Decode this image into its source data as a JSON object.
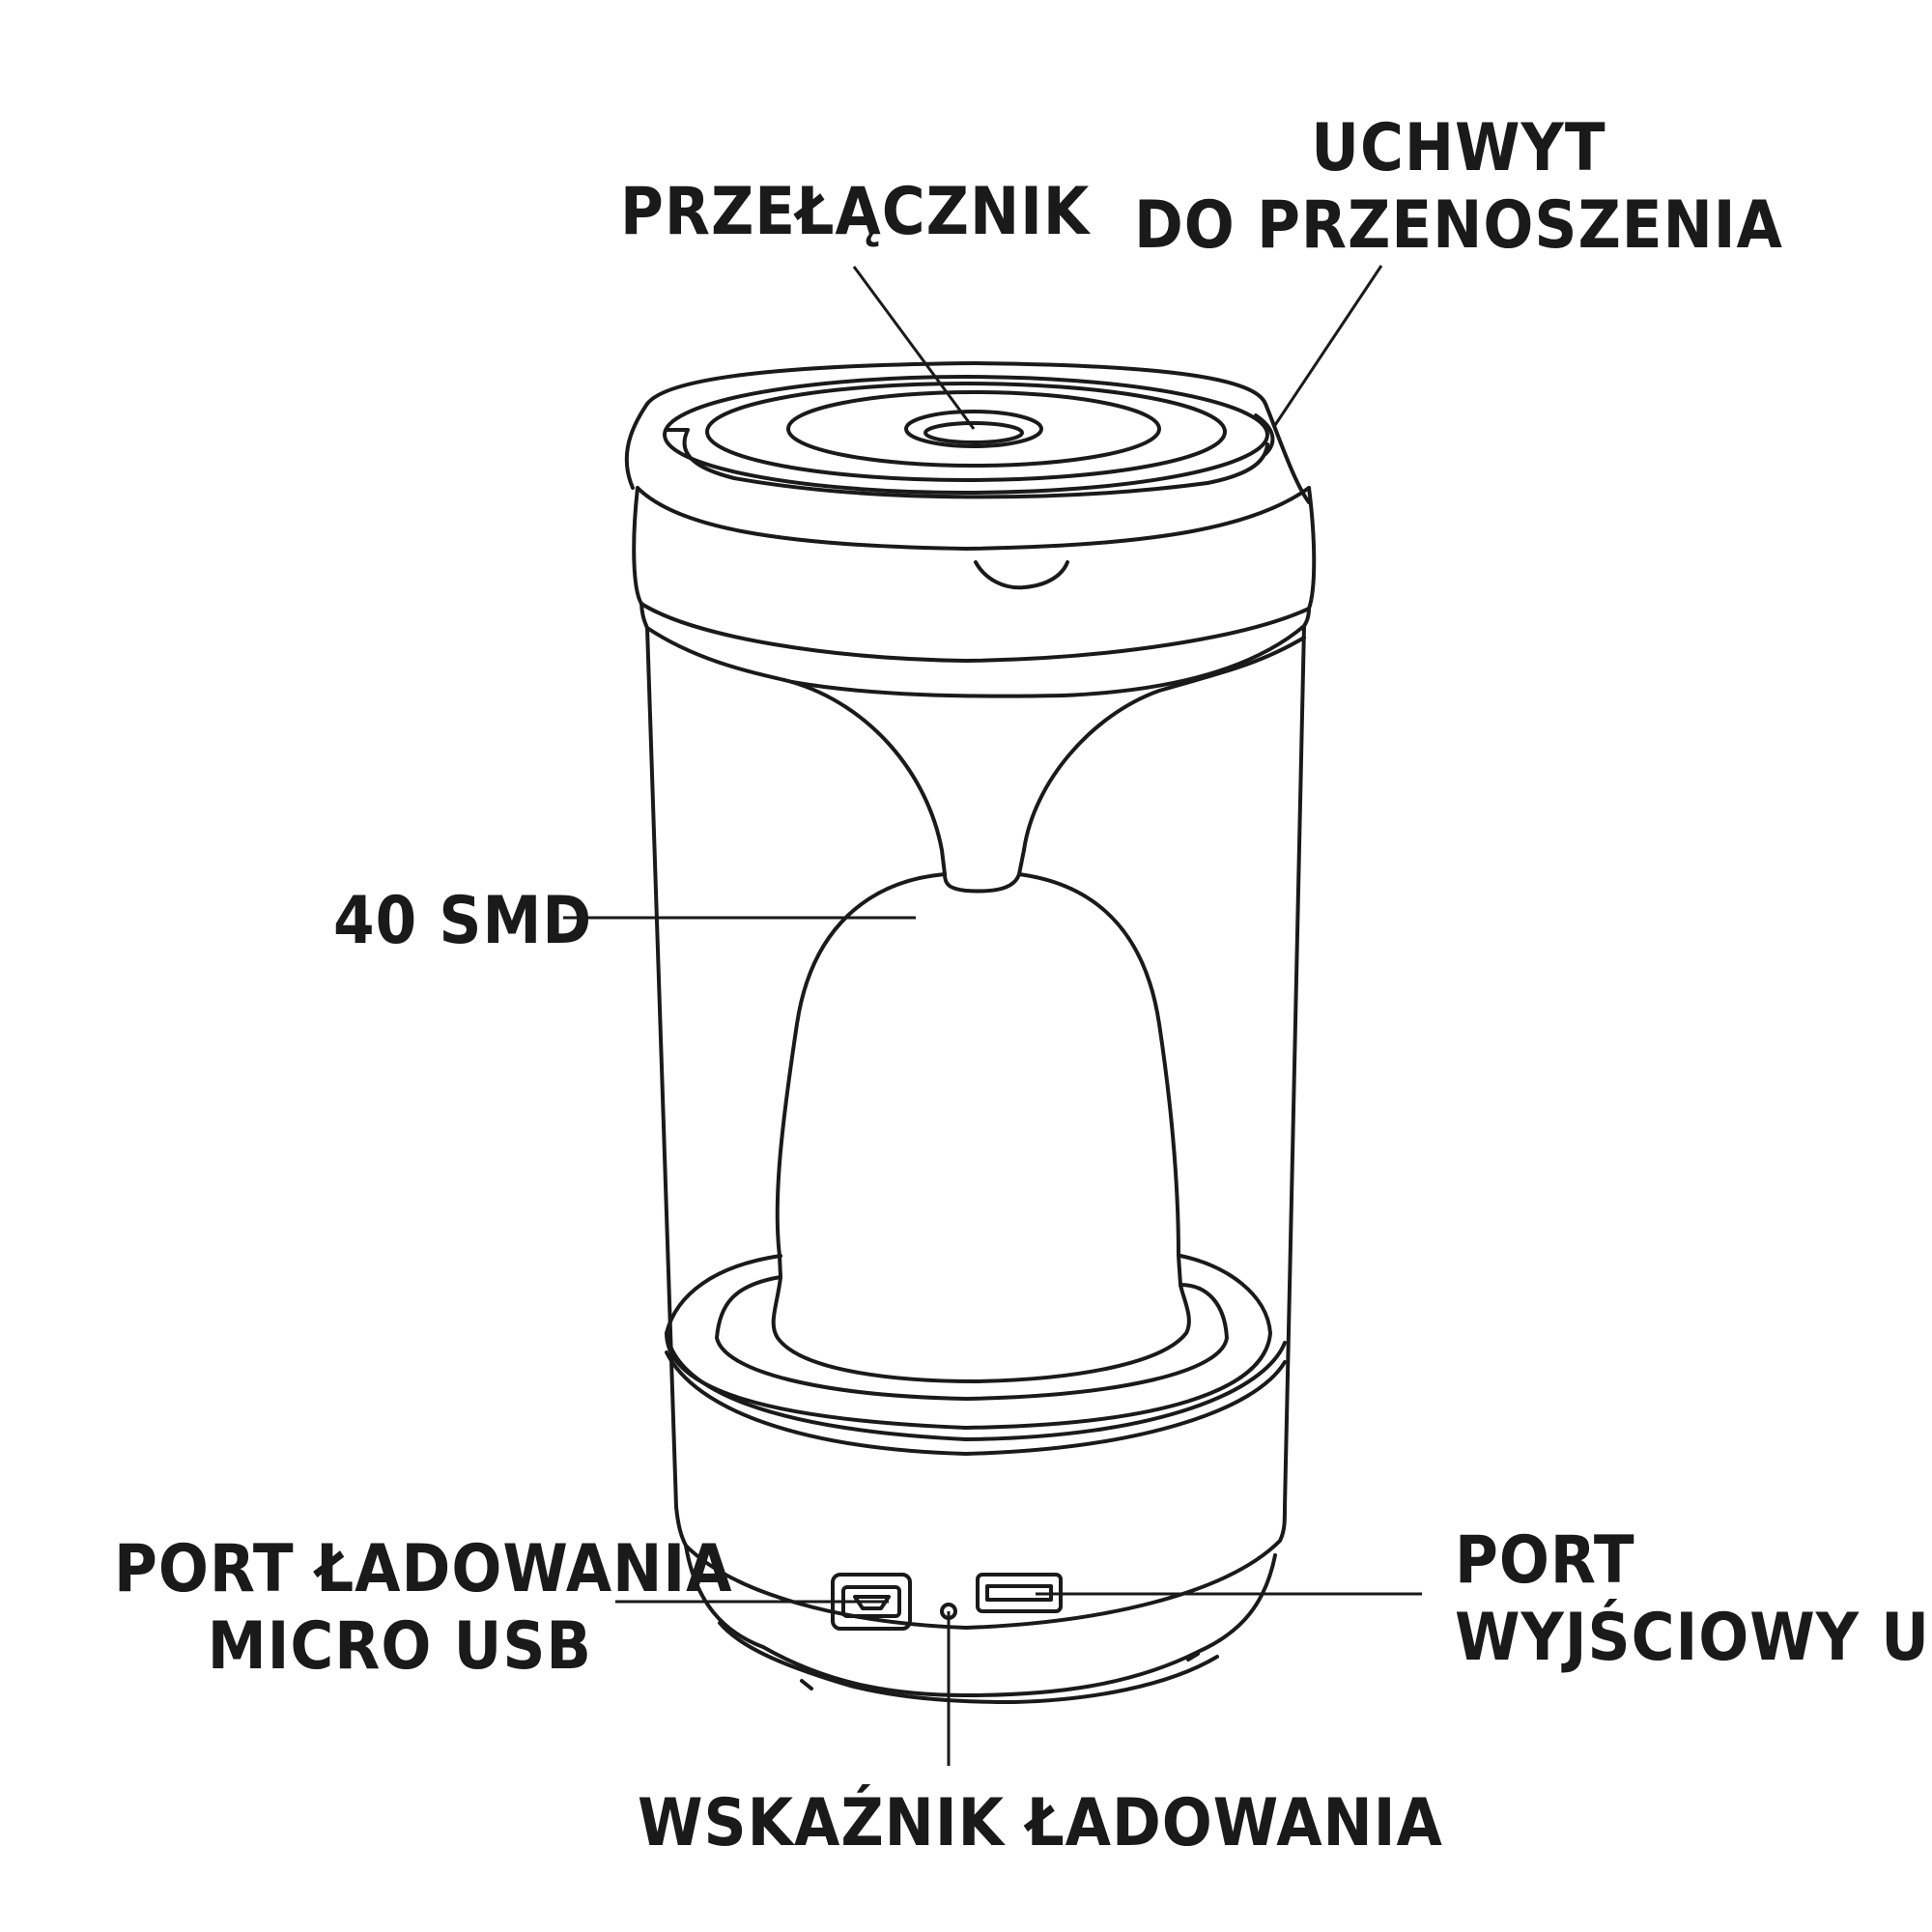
{
  "labels": {
    "switch": "PRZEŁĄCZNIK",
    "handle_line1": "UCHWYT",
    "handle_line2": "DO PRZENOSZENIA",
    "smd": "40 SMD",
    "charging_port_line1": "PORT ŁADOWANIA",
    "charging_port_line2": "MICRO USB",
    "output_port_line1": "PORT",
    "output_port_line2": "WYJŚCIOWY USB",
    "charge_indicator": "WSKAŹNIK ŁADOWANIA"
  },
  "colors": {
    "stroke": "#1a1a1a",
    "background": "#ffffff"
  }
}
